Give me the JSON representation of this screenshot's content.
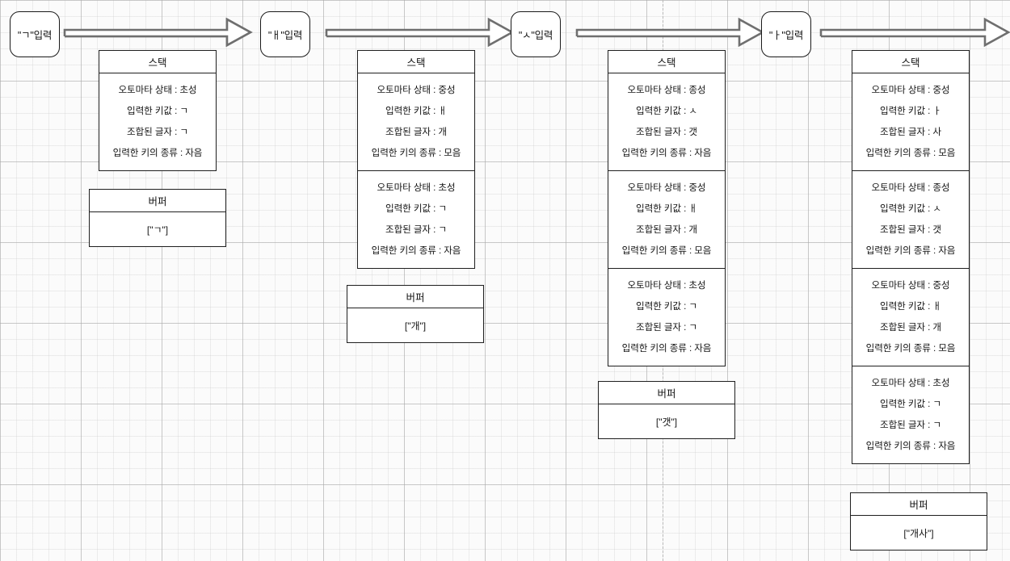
{
  "diagram": {
    "title": "Hangul automata stack/buffer trace",
    "labels": {
      "stack": "스택",
      "buffer": "버퍼",
      "state": "오토마타 상태",
      "keyvalue": "입력한 키값",
      "composed": "조합된 글자",
      "keykind": "입력한 키의 종류"
    },
    "colors": {
      "background": "#fbfbfb",
      "grid_major": "#aaaaaa",
      "grid_minor": "#c8c8c8",
      "stroke": "#1f1f1f",
      "arrow_stroke": "#6f6f6f",
      "guide": "#b9b9b9"
    },
    "steps": [
      {
        "key_node": "\"ㄱ\"입력",
        "arrow": "flow-arrow-1",
        "stack": {
          "header": "스택",
          "frames": [
            {
              "rows": [
                "오토마타 상태 : 초성",
                "입력한 키값 : ㄱ",
                "조합된 글자 : ㄱ",
                "입력한 키의 종류 : 자음"
              ]
            }
          ]
        },
        "buffer": {
          "header": "버퍼",
          "value": "[\"ㄱ\"]"
        }
      },
      {
        "key_node": "\"ㅐ\"입력",
        "arrow": "flow-arrow-2",
        "stack": {
          "header": "스택",
          "frames": [
            {
              "rows": [
                "오토마타 상태 : 중성",
                "입력한 키값 : ㅐ",
                "조합된 글자 : 개",
                "입력한 키의 종류 : 모음"
              ]
            },
            {
              "rows": [
                "오토마타 상태 : 초성",
                "입력한 키값 : ㄱ",
                "조합된 글자 : ㄱ",
                "입력한 키의 종류 : 자음"
              ]
            }
          ]
        },
        "buffer": {
          "header": "버퍼",
          "value": "[\"개\"]"
        }
      },
      {
        "key_node": "\"ㅅ\"입력",
        "arrow": "flow-arrow-3",
        "stack": {
          "header": "스택",
          "frames": [
            {
              "rows": [
                "오토마타 상태 : 종성",
                "입력한 키값 : ㅅ",
                "조합된 글자 : 갯",
                "입력한 키의 종류 : 자음"
              ]
            },
            {
              "rows": [
                "오토마타 상태 : 중성",
                "입력한 키값 : ㅐ",
                "조합된 글자 : 개",
                "입력한 키의 종류 : 모음"
              ]
            },
            {
              "rows": [
                "오토마타 상태 : 초성",
                "입력한 키값 : ㄱ",
                "조합된 글자 : ㄱ",
                "입력한 키의 종류 : 자음"
              ]
            }
          ]
        },
        "buffer": {
          "header": "버퍼",
          "value": "[\"갯\"]"
        }
      },
      {
        "key_node": "\"ㅏ\"입력",
        "arrow": "flow-arrow-4",
        "stack": {
          "header": "스택",
          "frames": [
            {
              "rows": [
                "오토마타 상태 : 중성",
                "입력한 키값 : ㅏ",
                "조합된 글자 : 사",
                "입력한 키의 종류 : 모음"
              ]
            },
            {
              "rows": [
                "오토마타 상태 : 종성",
                "입력한 키값 : ㅅ",
                "조합된 글자 : 갯",
                "입력한 키의 종류 : 자음"
              ]
            },
            {
              "rows": [
                "오토마타 상태 : 중성",
                "입력한 키값 : ㅐ",
                "조합된 글자 : 개",
                "입력한 키의 종류 : 모음"
              ]
            },
            {
              "rows": [
                "오토마타 상태 : 초성",
                "입력한 키값 : ㄱ",
                "조합된 글자 : ㄱ",
                "입력한 키의 종류 : 자음"
              ]
            }
          ]
        },
        "buffer": {
          "header": "버퍼",
          "value": "[\"개사\"]"
        }
      }
    ]
  }
}
